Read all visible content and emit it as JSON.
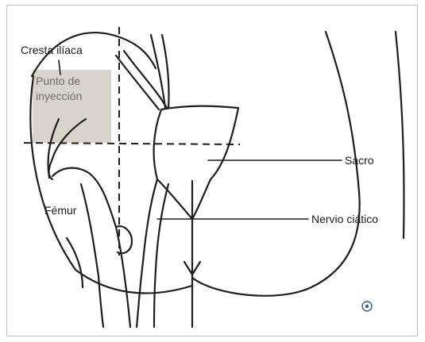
{
  "labels": {
    "cresta_iliaca": "Cresta ilíaca",
    "punto_de_inyeccion_line1": "Punto de",
    "punto_de_inyeccion_line2": "inyección",
    "femur": "Fémur",
    "sacro": "Sacro",
    "nervio_ciatico": "Nervio ciático"
  },
  "colors": {
    "injection_zone_fill": "#d8d3cb",
    "stroke": "#1e1e1e",
    "frame_border": "#bdbdbd",
    "page_background": "#ffffff"
  },
  "icons": {
    "corner_mark": "seal-icon"
  }
}
